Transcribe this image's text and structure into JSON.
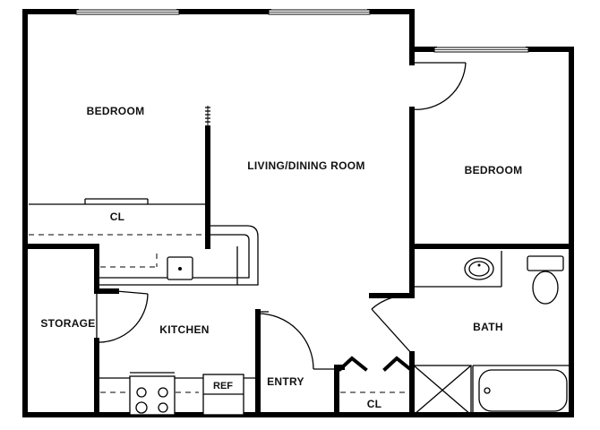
{
  "rooms": {
    "bedroom_left": "BEDROOM",
    "living_dining": "LIVING/DINING ROOM",
    "bedroom_right": "BEDROOM",
    "closet_bedroom": "CL",
    "storage": "STORAGE",
    "kitchen": "KITCHEN",
    "entry": "ENTRY",
    "closet_entry": "CL",
    "bath": "BATH"
  },
  "appliances": {
    "refrigerator": "REF"
  }
}
